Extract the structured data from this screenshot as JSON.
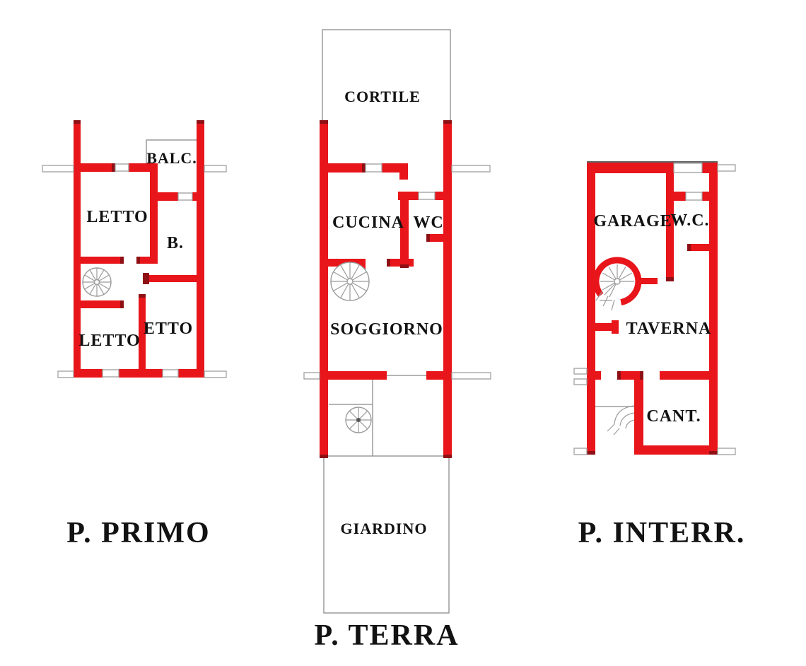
{
  "colors": {
    "wall_red": "#e8151b",
    "wall_cap": "#8e1014",
    "line_gray": "#9b9b9b",
    "outline_dark": "#606060",
    "text": "#121212",
    "background": "#ffffff"
  },
  "plans": {
    "primo": {
      "title": "P. PRIMO",
      "rooms": {
        "letto_top": "LETTO",
        "balc": "BALC.",
        "bagno": "B.",
        "letto_bottom": "LETTO",
        "etto": "ETTO"
      }
    },
    "terra": {
      "title": "P. TERRA",
      "rooms": {
        "cortile": "CORTILE",
        "cucina": "CUCINA",
        "wc": "WC",
        "soggiorno": "SOGGIORNO",
        "giardino": "GIARDINO"
      }
    },
    "interrato": {
      "title": "P. INTERR.",
      "rooms": {
        "garage": "GARAGE",
        "wc": "W.C.",
        "taverna": "TAVERNA",
        "cantina": "CANT."
      }
    }
  }
}
